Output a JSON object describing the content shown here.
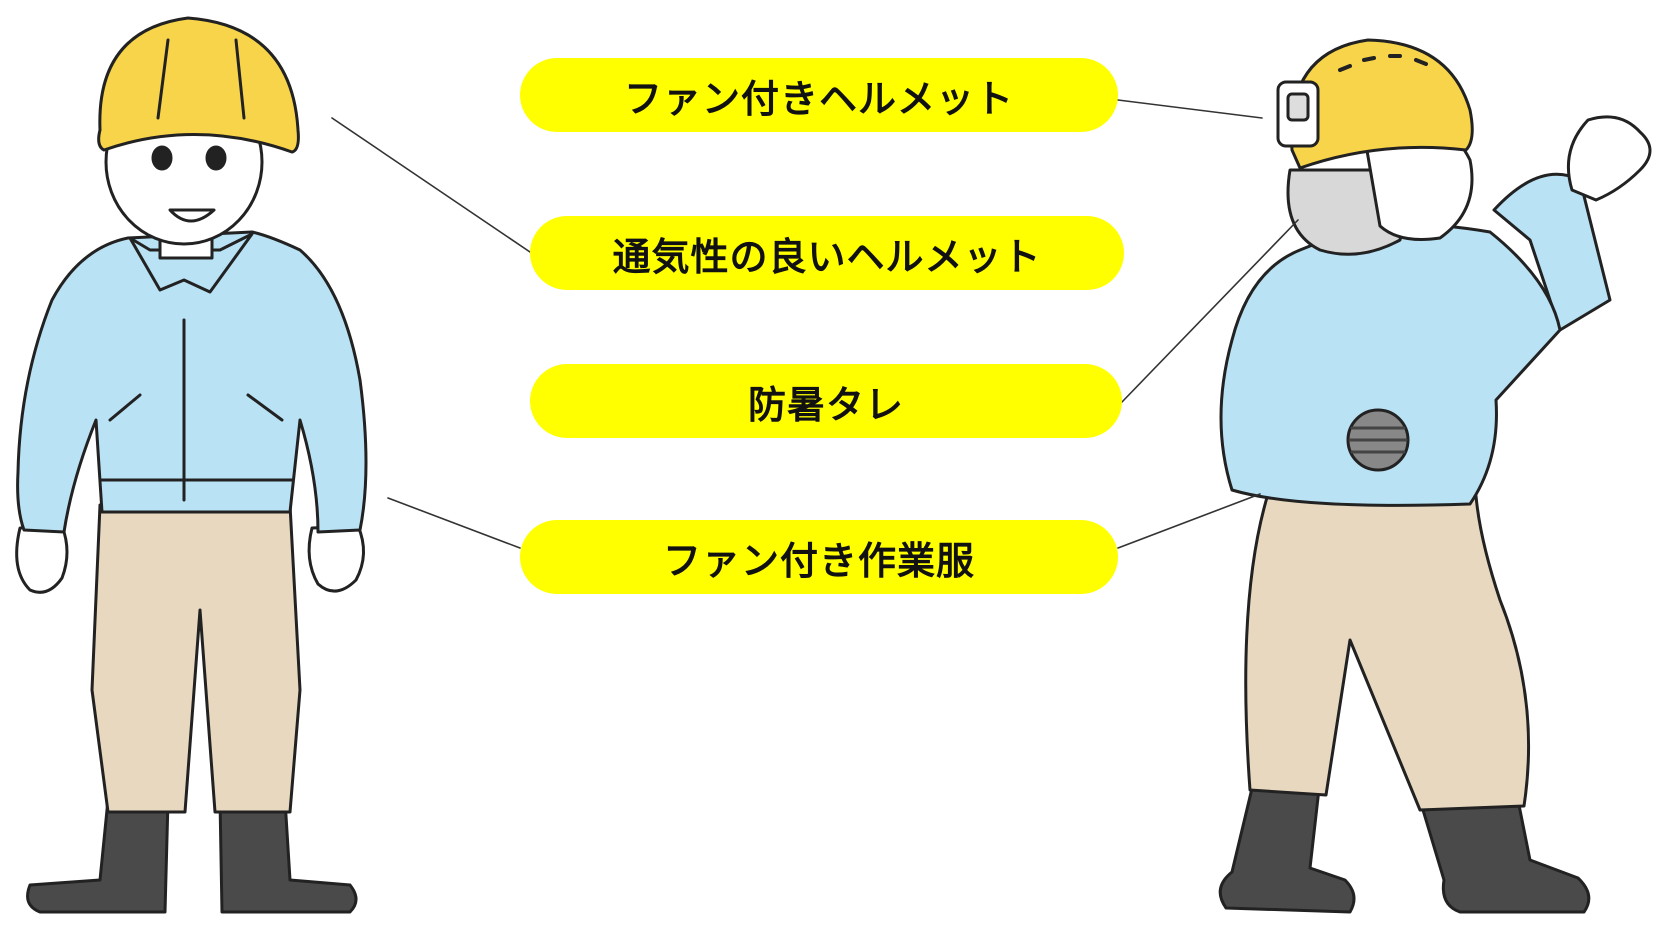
{
  "labels": {
    "fan_helmet": "ファン付きヘルメット",
    "ventilated_helmet": "通気性の良いヘルメット",
    "neck_shade": "防暑タレ",
    "fan_work_clothes": "ファン付き作業服"
  },
  "colors": {
    "label_background": "#ffff00",
    "helmet": "#f7d44a",
    "jacket": "#b9e2f5",
    "trousers": "#e8d8bf",
    "boots": "#4a4a4a",
    "outline": "#222222",
    "leader_line": "#333333"
  }
}
